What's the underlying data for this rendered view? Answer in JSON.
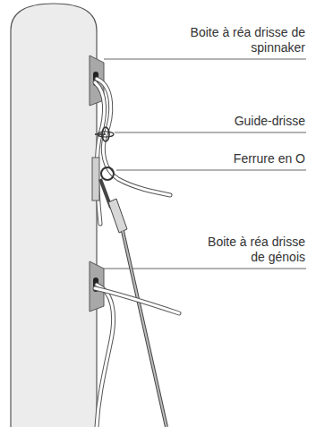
{
  "diagram": {
    "labels": [
      "Boite à réa drisse de spinnaker",
      "Guide-drisse",
      "Ferrure en O",
      "Boite à réa drisse de génois"
    ]
  }
}
